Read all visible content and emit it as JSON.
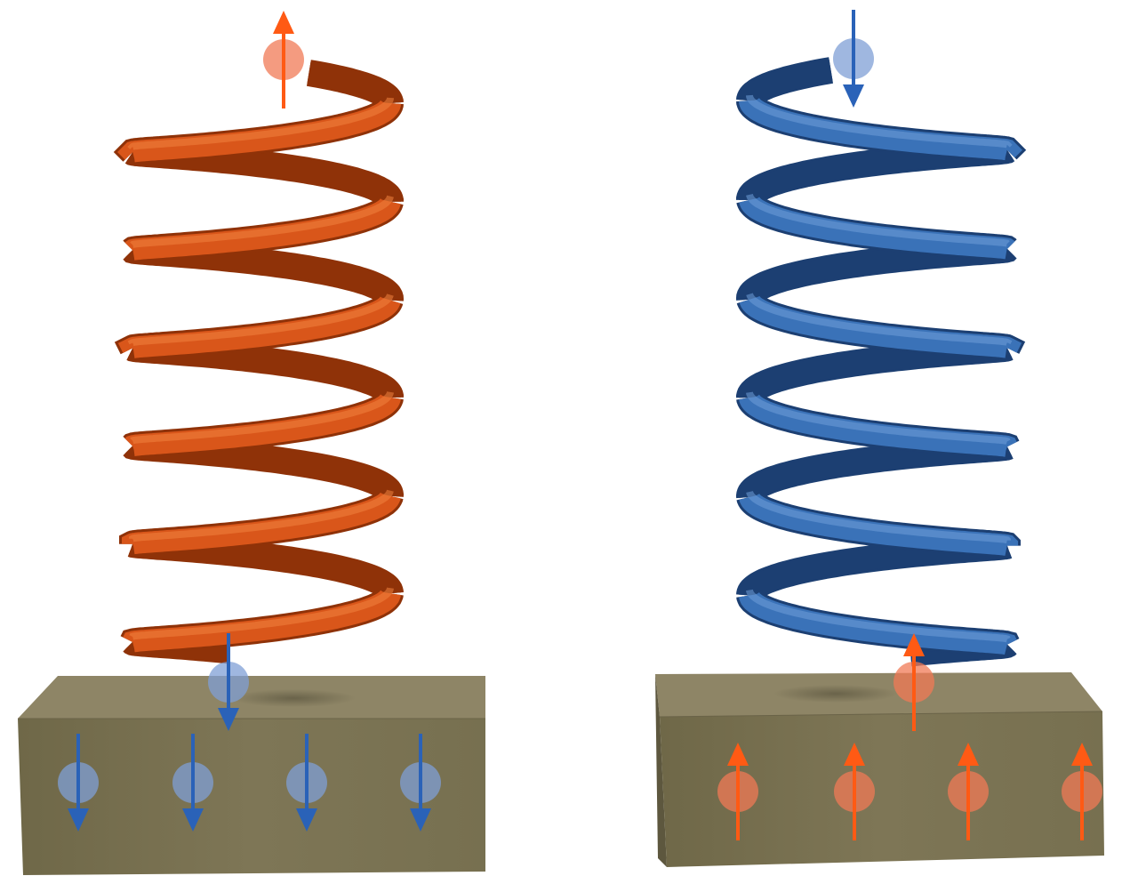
{
  "colors": {
    "orange_helix": "#d9561a",
    "orange_helix_dark": "#8f3208",
    "orange_helix_light": "#f0843f",
    "blue_helix": "#3a72b8",
    "blue_helix_dark": "#1c3f72",
    "blue_helix_light": "#6f9fd9",
    "orange_arrow": "#ff5a14",
    "blue_arrow": "#2a62b8",
    "orange_ball": "#f07a55",
    "blue_ball": "#7f9fd6",
    "block_top": "#8e8466",
    "block_front": "#7c7454",
    "block_side": "#5f5840"
  },
  "panels": [
    {
      "name": "left-panel",
      "helix_color": "orange",
      "substrate_spin": "down",
      "top_spin": "up",
      "bottom_spin": "down"
    },
    {
      "name": "right-panel",
      "helix_color": "blue",
      "substrate_spin": "up",
      "top_spin": "down",
      "bottom_spin": "up"
    }
  ]
}
